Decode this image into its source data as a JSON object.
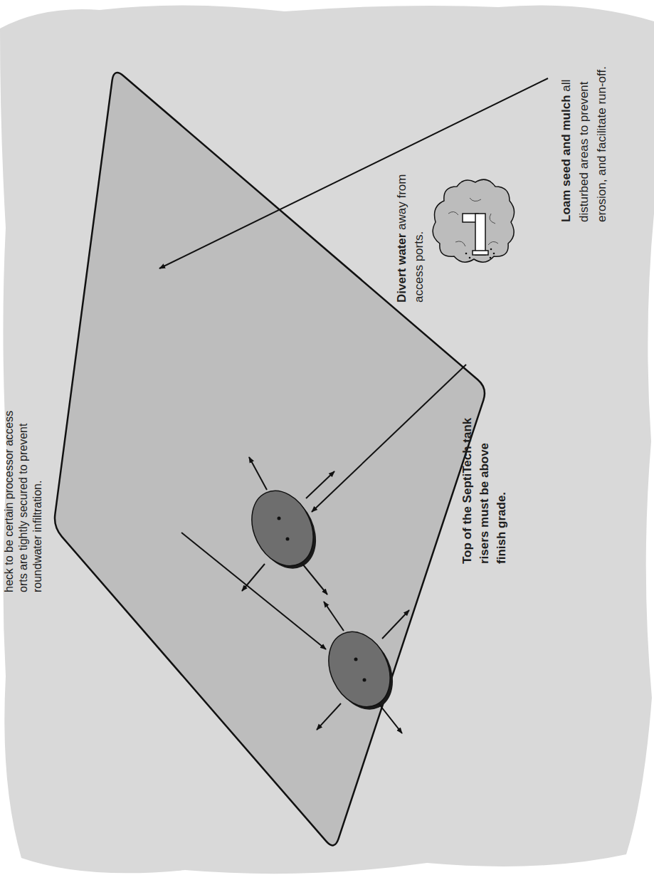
{
  "diagram": {
    "labels": [
      "heck to be certain processor access orts are tightly secured to prevent roundwater infiltration.",
      "Divert water",
      "away from access ports.",
      "Top of the SeptiTech tank risers must be above finish grade.",
      "Loam seed and mulch",
      "all disturbed areas to prevent erosion, and facilitate run-off."
    ]
  }
}
